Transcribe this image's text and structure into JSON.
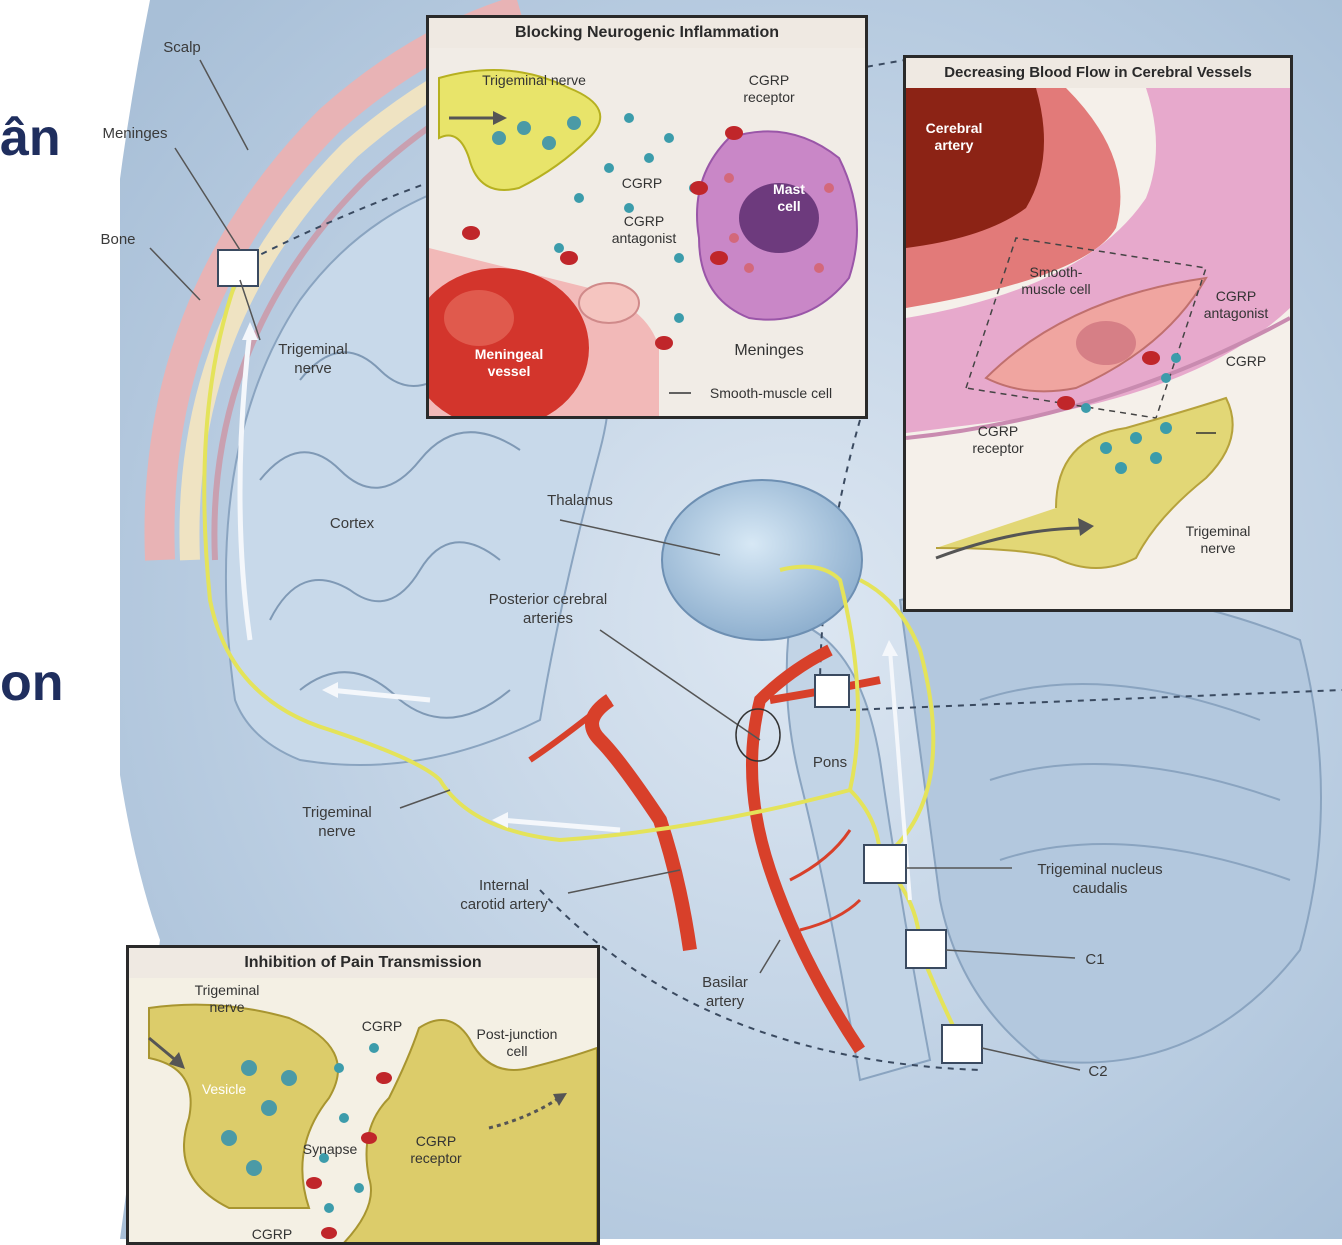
{
  "slide_fragments": {
    "top": "ân",
    "middle": "on"
  },
  "main_labels": {
    "scalp": "Scalp",
    "meninges": "Meninges",
    "bone": "Bone",
    "trigeminal_nerve_top": "Trigeminal\nnerve",
    "cortex": "Cortex",
    "thalamus": "Thalamus",
    "posterior_cerebral_arteries": "Posterior cerebral\narteries",
    "pons": "Pons",
    "trigeminal_nerve_bottom": "Trigeminal\nnerve",
    "internal_carotid_artery": "Internal\ncarotid artery",
    "basilar_artery": "Basilar\nartery",
    "trigeminal_nucleus_caudalis": "Trigeminal nucleus\ncaudalis",
    "c1": "C1",
    "c2": "C2"
  },
  "inset_inflammation": {
    "title": "Blocking Neurogenic Inflammation",
    "trigeminal_nerve": "Trigeminal nerve",
    "cgrp_receptor": "CGRP\nreceptor",
    "cgrp": "CGRP",
    "mast_cell": "Mast\ncell",
    "cgrp_antagonist": "CGRP\nantagonist",
    "meningeal_vessel": "Meningeal\nvessel",
    "meninges": "Meninges",
    "smooth_muscle_cell": "Smooth-muscle cell"
  },
  "inset_blood_flow": {
    "title": "Decreasing Blood Flow in Cerebral Vessels",
    "cerebral_artery": "Cerebral\nartery",
    "smooth_muscle_cell": "Smooth-\nmuscle cell",
    "cgrp_antagonist": "CGRP\nantagonist",
    "cgrp": "CGRP",
    "cgrp_receptor": "CGRP\nreceptor",
    "trigeminal_nerve": "Trigeminal\nnerve"
  },
  "inset_pain": {
    "title": "Inhibition of Pain Transmission",
    "trigeminal_nerve": "Trigeminal\nnerve",
    "cgrp_top": "CGRP",
    "post_junction_cell": "Post-junction\ncell",
    "vesicle": "Vesicle",
    "synapse": "Synapse",
    "cgrp_receptor": "CGRP\nreceptor",
    "cgrp_bottom": "CGRP"
  },
  "colors": {
    "background": "#c9d8e8",
    "nerve": "#e4e35a",
    "artery": "#d8402a",
    "slide_text": "#1f2e5e"
  }
}
